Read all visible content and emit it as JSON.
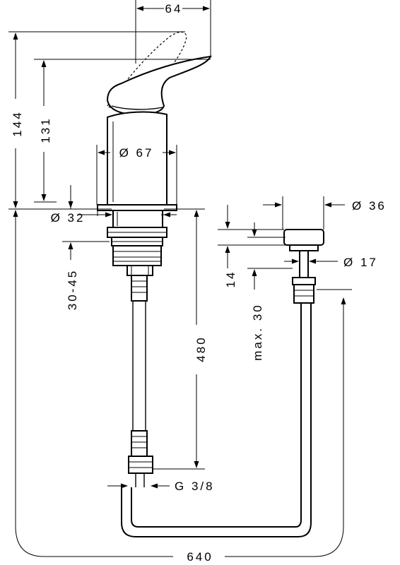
{
  "dimensions": {
    "top_width": "64",
    "total_height": "144",
    "lever_height": "131",
    "body_diameter": "Ø 67",
    "base_diameter": "Ø 32",
    "thickness_range": "30-45",
    "hose_length": "480",
    "thread": "G 3/8",
    "total_span": "640",
    "pop_diameter": "Ø 36",
    "pop_rod_diameter": "Ø 17",
    "pop_height": "14",
    "pop_max": "max. 30"
  }
}
